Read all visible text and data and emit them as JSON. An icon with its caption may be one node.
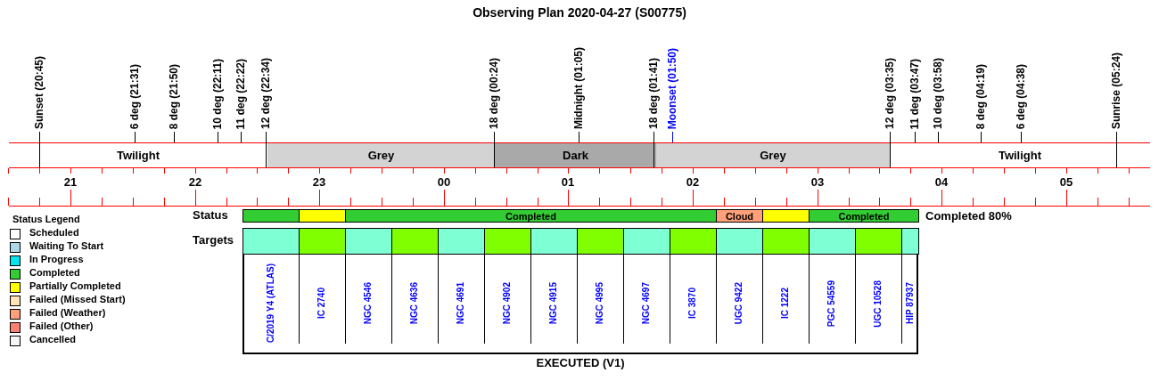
{
  "diagram": {
    "title": "Observing Plan 2020-04-27 (S00775)",
    "labels": [
      "Sunset (20:45)",
      "6 deg (21:31)",
      "8 deg (21:50)",
      "10 deg (22:11)",
      "11 deg (22:22)",
      "12 deg (22:34)",
      "18 deg (00:24)",
      "Midnight (01:05)",
      "18 deg (01:41)",
      "Moonset (01:50)",
      "12 deg (03:35)",
      "11 deg (03:47)",
      "10 deg (03:58)",
      "8 deg (04:19)",
      "6 deg (04:38)",
      "Sunrise (05:24)",
      "Twilight",
      "Grey",
      "Dark",
      "Grey",
      "Twilight",
      "21",
      "22",
      "23",
      "00",
      "01",
      "02",
      "03",
      "04",
      "05",
      "Status Legend",
      "Status",
      "Completed",
      "Cloud",
      "Completed",
      "Completed 80%",
      "Targets",
      "C/2019 Y4 (ATLAS)",
      "IC 2740",
      "NGC 4546",
      "NGC 4636",
      "NGC 4691",
      "NGC 4902",
      "NGC 4915",
      "NGC 4995",
      "NGC 4697",
      "IC 3870",
      "UGC 9422",
      "IC 1222",
      "PGC 54559",
      "UGC 10528",
      "HIP 87937",
      "EXECUTED (V1)"
    ],
    "legend": [
      {
        "text": "Scheduled",
        "color": "#ffffff"
      },
      {
        "text": "Waiting To Start",
        "color": "#add8e6"
      },
      {
        "text": "In Progress",
        "color": "#00e5ee"
      },
      {
        "text": "Completed",
        "color": "#32cd32"
      },
      {
        "text": "Partially Completed",
        "color": "#ffff00"
      },
      {
        "text": "Failed (Missed Start)",
        "color": "#ffe4b5"
      },
      {
        "text": "Failed (Weather)",
        "color": "#ffa07a"
      },
      {
        "text": "Failed (Other)",
        "color": "#fa8072"
      },
      {
        "text": "Cancelled",
        "color": "#f5f5f5"
      }
    ]
  }
}
